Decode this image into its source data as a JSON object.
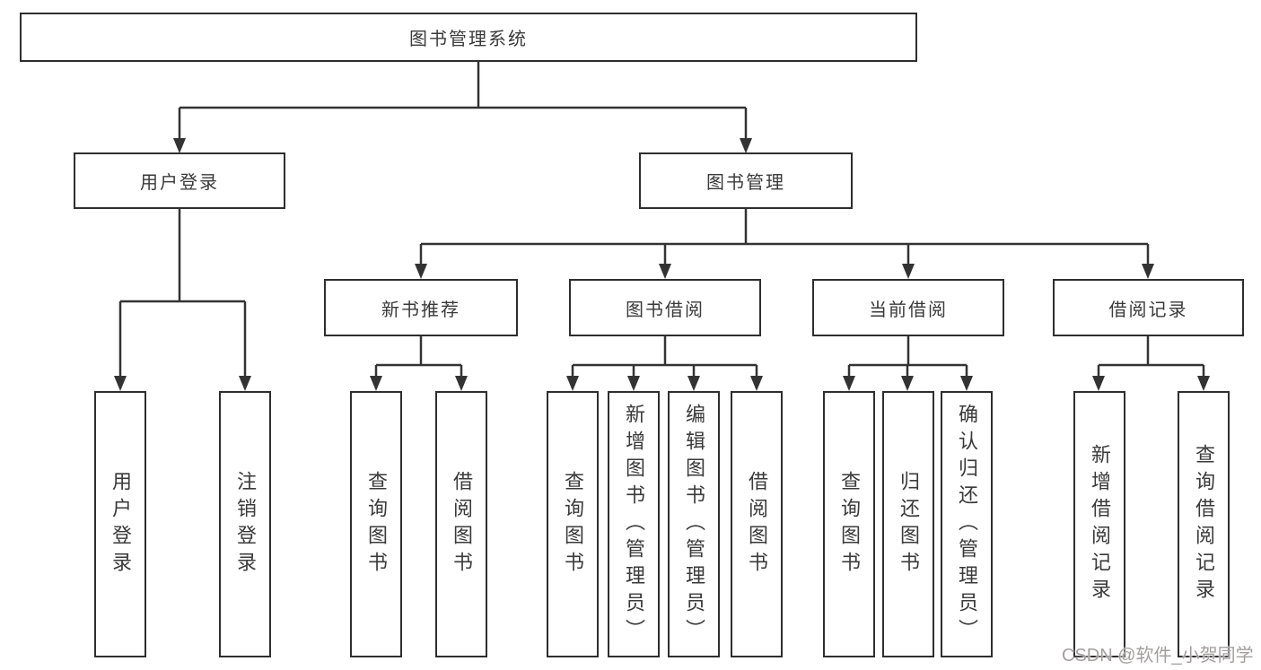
{
  "diagram": {
    "type": "hierarchy-tree",
    "tree": {
      "root": {
        "label": "图书管理系统"
      },
      "branches": [
        {
          "label": "用户登录",
          "leaves": [
            "用户登录",
            "注销登录"
          ]
        },
        {
          "label": "图书管理",
          "children": [
            {
              "label": "新书推荐",
              "leaves": [
                "查询图书",
                "借阅图书"
              ]
            },
            {
              "label": "图书借阅",
              "leaves": [
                "查询图书",
                "新增图书（管理员）",
                "编辑图书（管理员）",
                "借阅图书"
              ]
            },
            {
              "label": "当前借阅",
              "leaves": [
                "查询图书",
                "归还图书",
                "确认归还（管理员）"
              ]
            },
            {
              "label": "借阅记录",
              "leaves": [
                "新增借阅记录",
                "查询借阅记录"
              ]
            }
          ]
        }
      ]
    }
  },
  "watermark": "CSDN @软件_小贺同学",
  "colors": {
    "background": "#ffffff",
    "box_border": "#2e2e2e",
    "connector_line": "#333333",
    "text": "#3a3a3a",
    "watermark_text": "#a49e9e"
  }
}
